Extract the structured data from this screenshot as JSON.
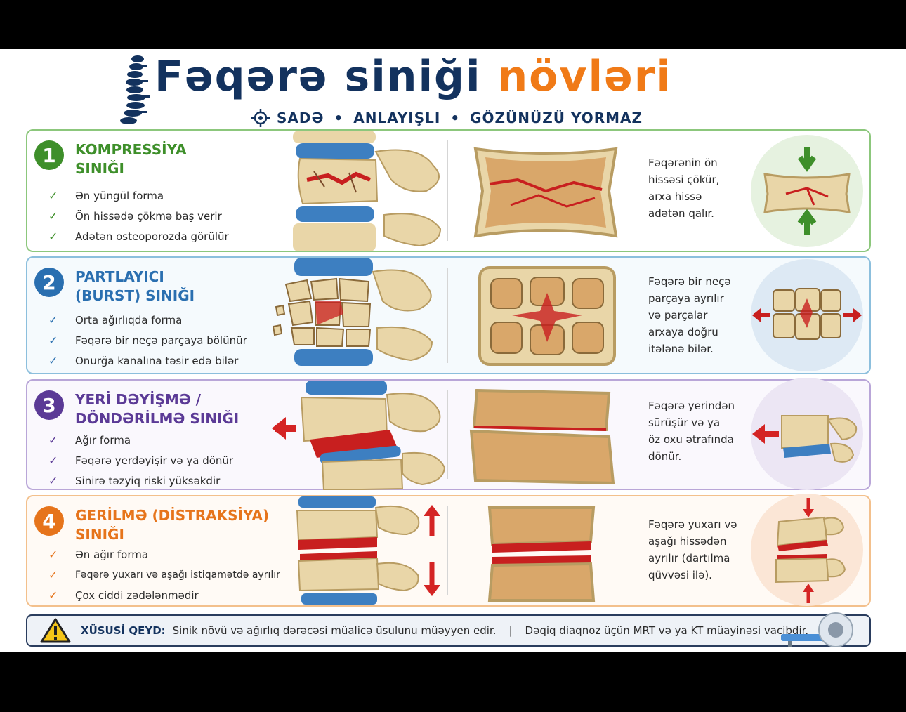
{
  "title": {
    "part1": "Fəqərə siniği",
    "part2": "növləri"
  },
  "subtitle": [
    "SADƏ",
    "ANLAYIŞLI",
    "GÖZÜNÜZÜ YORMAZ"
  ],
  "subtitle_sep": "•",
  "colors": {
    "navy": "#13325e",
    "orange": "#f07a17",
    "green": "#3e8f2a",
    "blue": "#2a6fb0",
    "purple": "#5b3a96",
    "amber": "#e6741b"
  },
  "cards": [
    {
      "number": "1",
      "heading_line1": "KOMPRESSİYA",
      "heading_line2": "SINIĞI",
      "bullets": [
        "Ən yüngül forma",
        "Ön hissədə çökmə baş verir",
        "Adətən osteoporozda görülür"
      ],
      "check": "✓",
      "description": [
        "Fəqərənin ön",
        "hissəsi çökür,",
        "arxa hissə",
        "adətən qalır."
      ]
    },
    {
      "number": "2",
      "heading_line1": "PARTLAYICI",
      "heading_line2": "(BURST) SINIĞI",
      "bullets": [
        "Orta ağırlıqda forma",
        "Fəqərə bir neçə parçaya bölünür",
        "Onurğa kanalına təsir edə bilər"
      ],
      "check": "✓",
      "description": [
        "Fəqərə bir neçə",
        "parçaya ayrılır",
        "və parçalar",
        "arxaya doğru",
        "itələnə bilər."
      ]
    },
    {
      "number": "3",
      "heading_line1": "YERİ DƏYİŞMƏ /",
      "heading_line2": "DÖNDƏRİLMƏ SINIĞI",
      "bullets": [
        "Ağır forma",
        "Fəqərə yerdəyişir və ya dönür",
        "Sinirə təzyiq riski yüksəkdir"
      ],
      "check": "✓",
      "description": [
        "Fəqərə yerindən",
        "sürüşür və ya",
        "öz oxu ətrafında",
        "dönür."
      ]
    },
    {
      "number": "4",
      "heading_line1": "GERİLMƏ (DİSTRAKSİYA)",
      "heading_line2": "SINIĞI",
      "bullets": [
        "Ən ağır forma",
        "Fəqərə yuxarı və aşağı istiqamətdə ayrılır",
        "Çox ciddi zədələnmədir"
      ],
      "check": "✓",
      "description": [
        "Fəqərə yuxarı və",
        "aşağı hissədən",
        "ayrılır (dartılma",
        "qüvvəsi ilə)."
      ]
    }
  ],
  "note": {
    "label": "XÜSUSİ QEYD:",
    "text1": "Sinik növü və ağırlıq dərəcəsi müalicə üsulunu müəyyen edir.",
    "separator": "|",
    "text2": "Dəqiq diaqnoz üçün MRT və ya KT müayinəsi vacibdir."
  }
}
